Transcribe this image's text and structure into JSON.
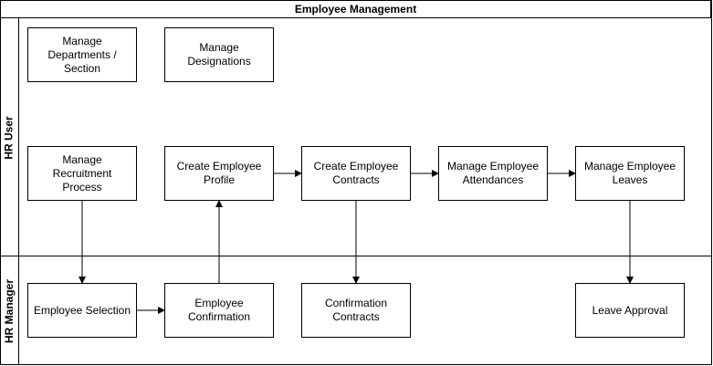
{
  "diagram": {
    "title": "Employee Management",
    "lanes": [
      {
        "id": "hr-user",
        "label": "HR User"
      },
      {
        "id": "hr-manager",
        "label": "HR Manager"
      }
    ],
    "nodes": [
      {
        "id": "manage-departments",
        "label": "Manage Departments / Section"
      },
      {
        "id": "manage-designations",
        "label": "Manage Designations"
      },
      {
        "id": "manage-recruitment",
        "label": "Manage Recruitment Process"
      },
      {
        "id": "create-profile",
        "label": "Create Employee Profile"
      },
      {
        "id": "create-contracts",
        "label": "Create Employee Contracts"
      },
      {
        "id": "manage-attendances",
        "label": "Manage Employee Attendances"
      },
      {
        "id": "manage-leaves",
        "label": "Manage Employee Leaves"
      },
      {
        "id": "employee-selection",
        "label": "Employee Selection"
      },
      {
        "id": "employee-confirmation",
        "label": "Employee Confirmation"
      },
      {
        "id": "confirmation-contracts",
        "label": "Confirmation Contracts"
      },
      {
        "id": "leave-approval",
        "label": "Leave Approval"
      }
    ],
    "edges": [
      {
        "from": "manage-recruitment",
        "to": "employee-selection"
      },
      {
        "from": "employee-selection",
        "to": "employee-confirmation"
      },
      {
        "from": "employee-confirmation",
        "to": "create-profile"
      },
      {
        "from": "create-profile",
        "to": "create-contracts"
      },
      {
        "from": "create-contracts",
        "to": "manage-attendances"
      },
      {
        "from": "manage-attendances",
        "to": "manage-leaves"
      },
      {
        "from": "create-contracts",
        "to": "confirmation-contracts"
      },
      {
        "from": "manage-leaves",
        "to": "leave-approval"
      }
    ]
  }
}
